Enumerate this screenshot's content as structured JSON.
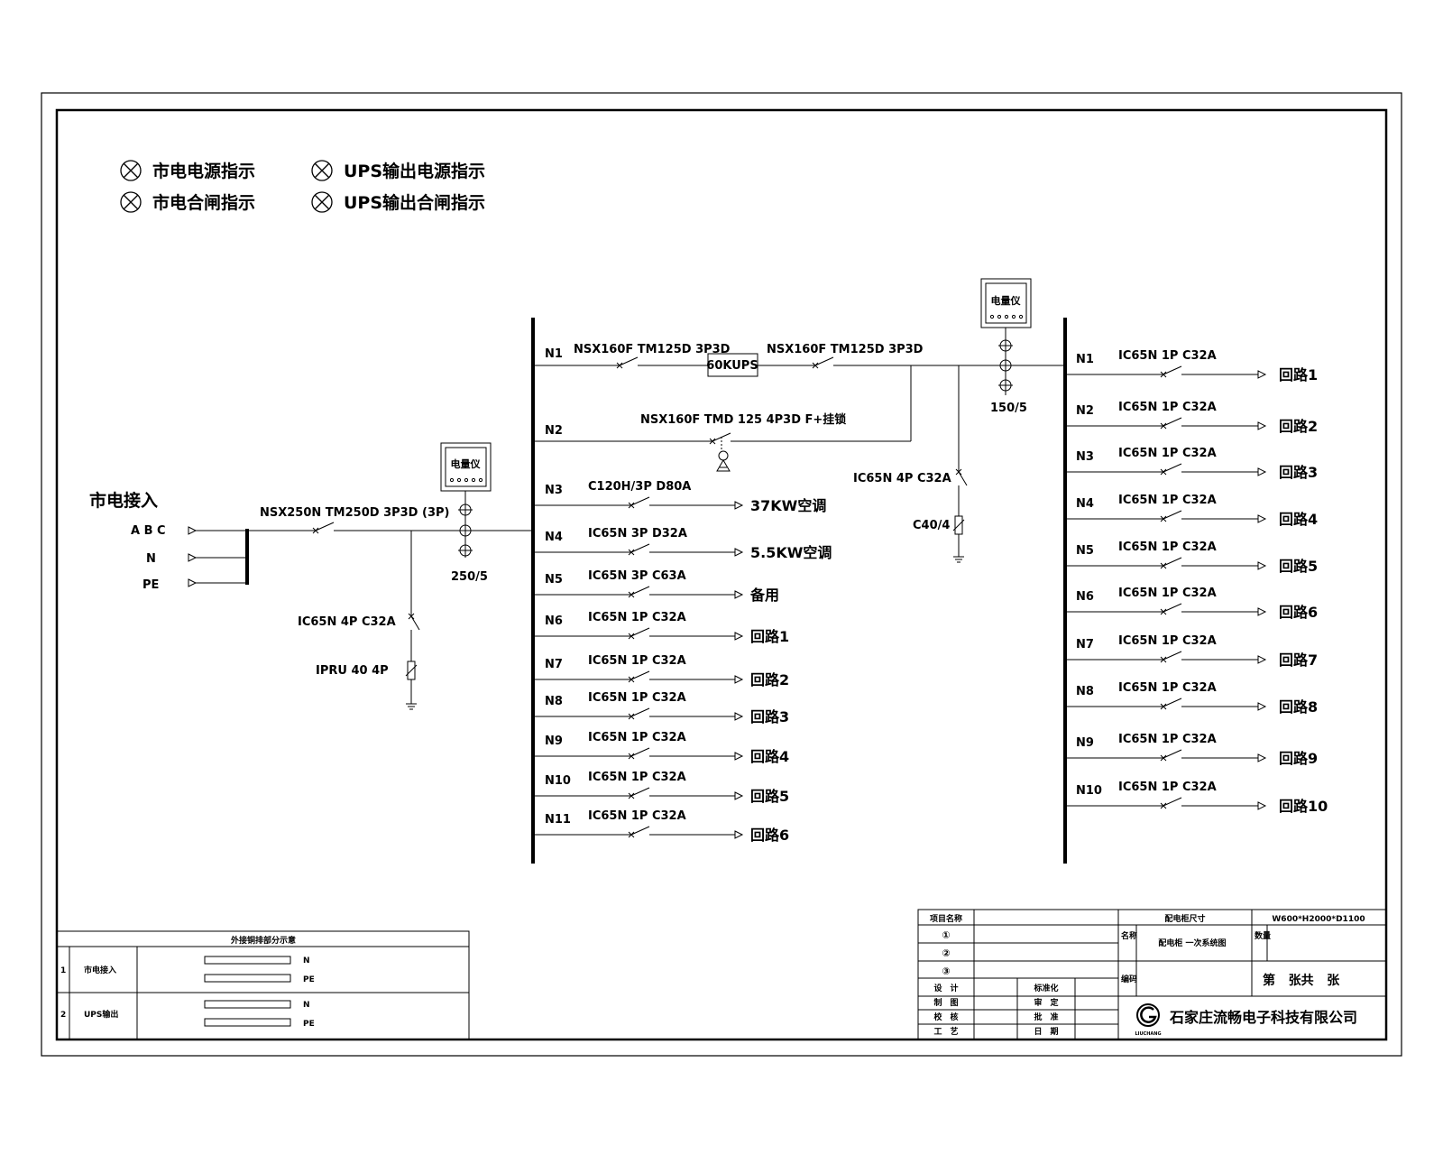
{
  "legend": [
    {
      "label": "市电电源指示"
    },
    {
      "label": "UPS输出电源指示"
    },
    {
      "label": "市电合闸指示"
    },
    {
      "label": "UPS输出合闸指示"
    }
  ],
  "incoming": {
    "title": "市电接入",
    "phases": [
      "A B C",
      "N",
      "PE"
    ],
    "main_breaker": "NSX250N TM250D 3P3D (3P)",
    "meter": "电量仪",
    "ct": "250/5",
    "spd_breaker": "IC65N 4P C32A",
    "spd": "IPRU 40 4P"
  },
  "bus1": {
    "feeders": [
      {
        "id": "N1",
        "breaker": "NSX160F TM125D 3P3D",
        "ups": "60KUPS",
        "breaker2": "NSX160F TM125D 3P3D"
      },
      {
        "id": "N2",
        "breaker": "NSX160F TMD 125 4P3D F+挂锁"
      },
      {
        "id": "N3",
        "breaker": "C120H/3P D80A",
        "load": "37KW空调"
      },
      {
        "id": "N4",
        "breaker": "IC65N 3P D32A",
        "load": "5.5KW空调"
      },
      {
        "id": "N5",
        "breaker": "IC65N 3P C63A",
        "load": "备用"
      },
      {
        "id": "N6",
        "breaker": "IC65N 1P C32A",
        "load": "回路1"
      },
      {
        "id": "N7",
        "breaker": "IC65N 1P C32A",
        "load": "回路2"
      },
      {
        "id": "N8",
        "breaker": "IC65N 1P C32A",
        "load": "回路3"
      },
      {
        "id": "N9",
        "breaker": "IC65N 1P C32A",
        "load": "回路4"
      },
      {
        "id": "N10",
        "breaker": "IC65N 1P C32A",
        "load": "回路5"
      },
      {
        "id": "N11",
        "breaker": "IC65N 1P C32A",
        "load": "回路6"
      }
    ]
  },
  "ups_out": {
    "meter": "电量仪",
    "ct": "150/5",
    "spd_breaker": "IC65N 4P C32A",
    "spd": "C40/4"
  },
  "bus2": {
    "feeders": [
      {
        "id": "N1",
        "breaker": "IC65N 1P C32A",
        "load": "回路1"
      },
      {
        "id": "N2",
        "breaker": "IC65N 1P C32A",
        "load": "回路2"
      },
      {
        "id": "N3",
        "breaker": "IC65N 1P C32A",
        "load": "回路3"
      },
      {
        "id": "N4",
        "breaker": "IC65N 1P C32A",
        "load": "回路4"
      },
      {
        "id": "N5",
        "breaker": "IC65N 1P C32A",
        "load": "回路5"
      },
      {
        "id": "N6",
        "breaker": "IC65N 1P C32A",
        "load": "回路6"
      },
      {
        "id": "N7",
        "breaker": "IC65N 1P C32A",
        "load": "回路7"
      },
      {
        "id": "N8",
        "breaker": "IC65N 1P C32A",
        "load": "回路8"
      },
      {
        "id": "N9",
        "breaker": "IC65N 1P C32A",
        "load": "回路9"
      },
      {
        "id": "N10",
        "breaker": "IC65N 1P C32A",
        "load": "回路10"
      }
    ]
  },
  "busbar_table": {
    "title": "外接铜排部分示意",
    "rows": [
      {
        "no": "1",
        "name": "市电接入",
        "bars": [
          "N",
          "PE"
        ]
      },
      {
        "no": "2",
        "name": "UPS输出",
        "bars": [
          "N",
          "PE"
        ]
      }
    ]
  },
  "title_block": {
    "project_name": "项目名称",
    "cabinet_size_label": "配电柜尺寸",
    "cabinet_size": "W600*H2000*D1100",
    "marks": [
      "①",
      "②",
      "③"
    ],
    "name_label": "名称",
    "drawing_name": "配电柜 一次系统图",
    "qty_label": "数量",
    "code_label": "编码",
    "sheet": "第   张共   张",
    "roles_left": [
      "设　计",
      "制　图",
      "校　核",
      "工　艺"
    ],
    "roles_right": [
      "标准化",
      "审　定",
      "批　准",
      "日　期"
    ],
    "company": "石家庄流畅电子科技有限公司",
    "logo_text": "LIUCHANG"
  }
}
